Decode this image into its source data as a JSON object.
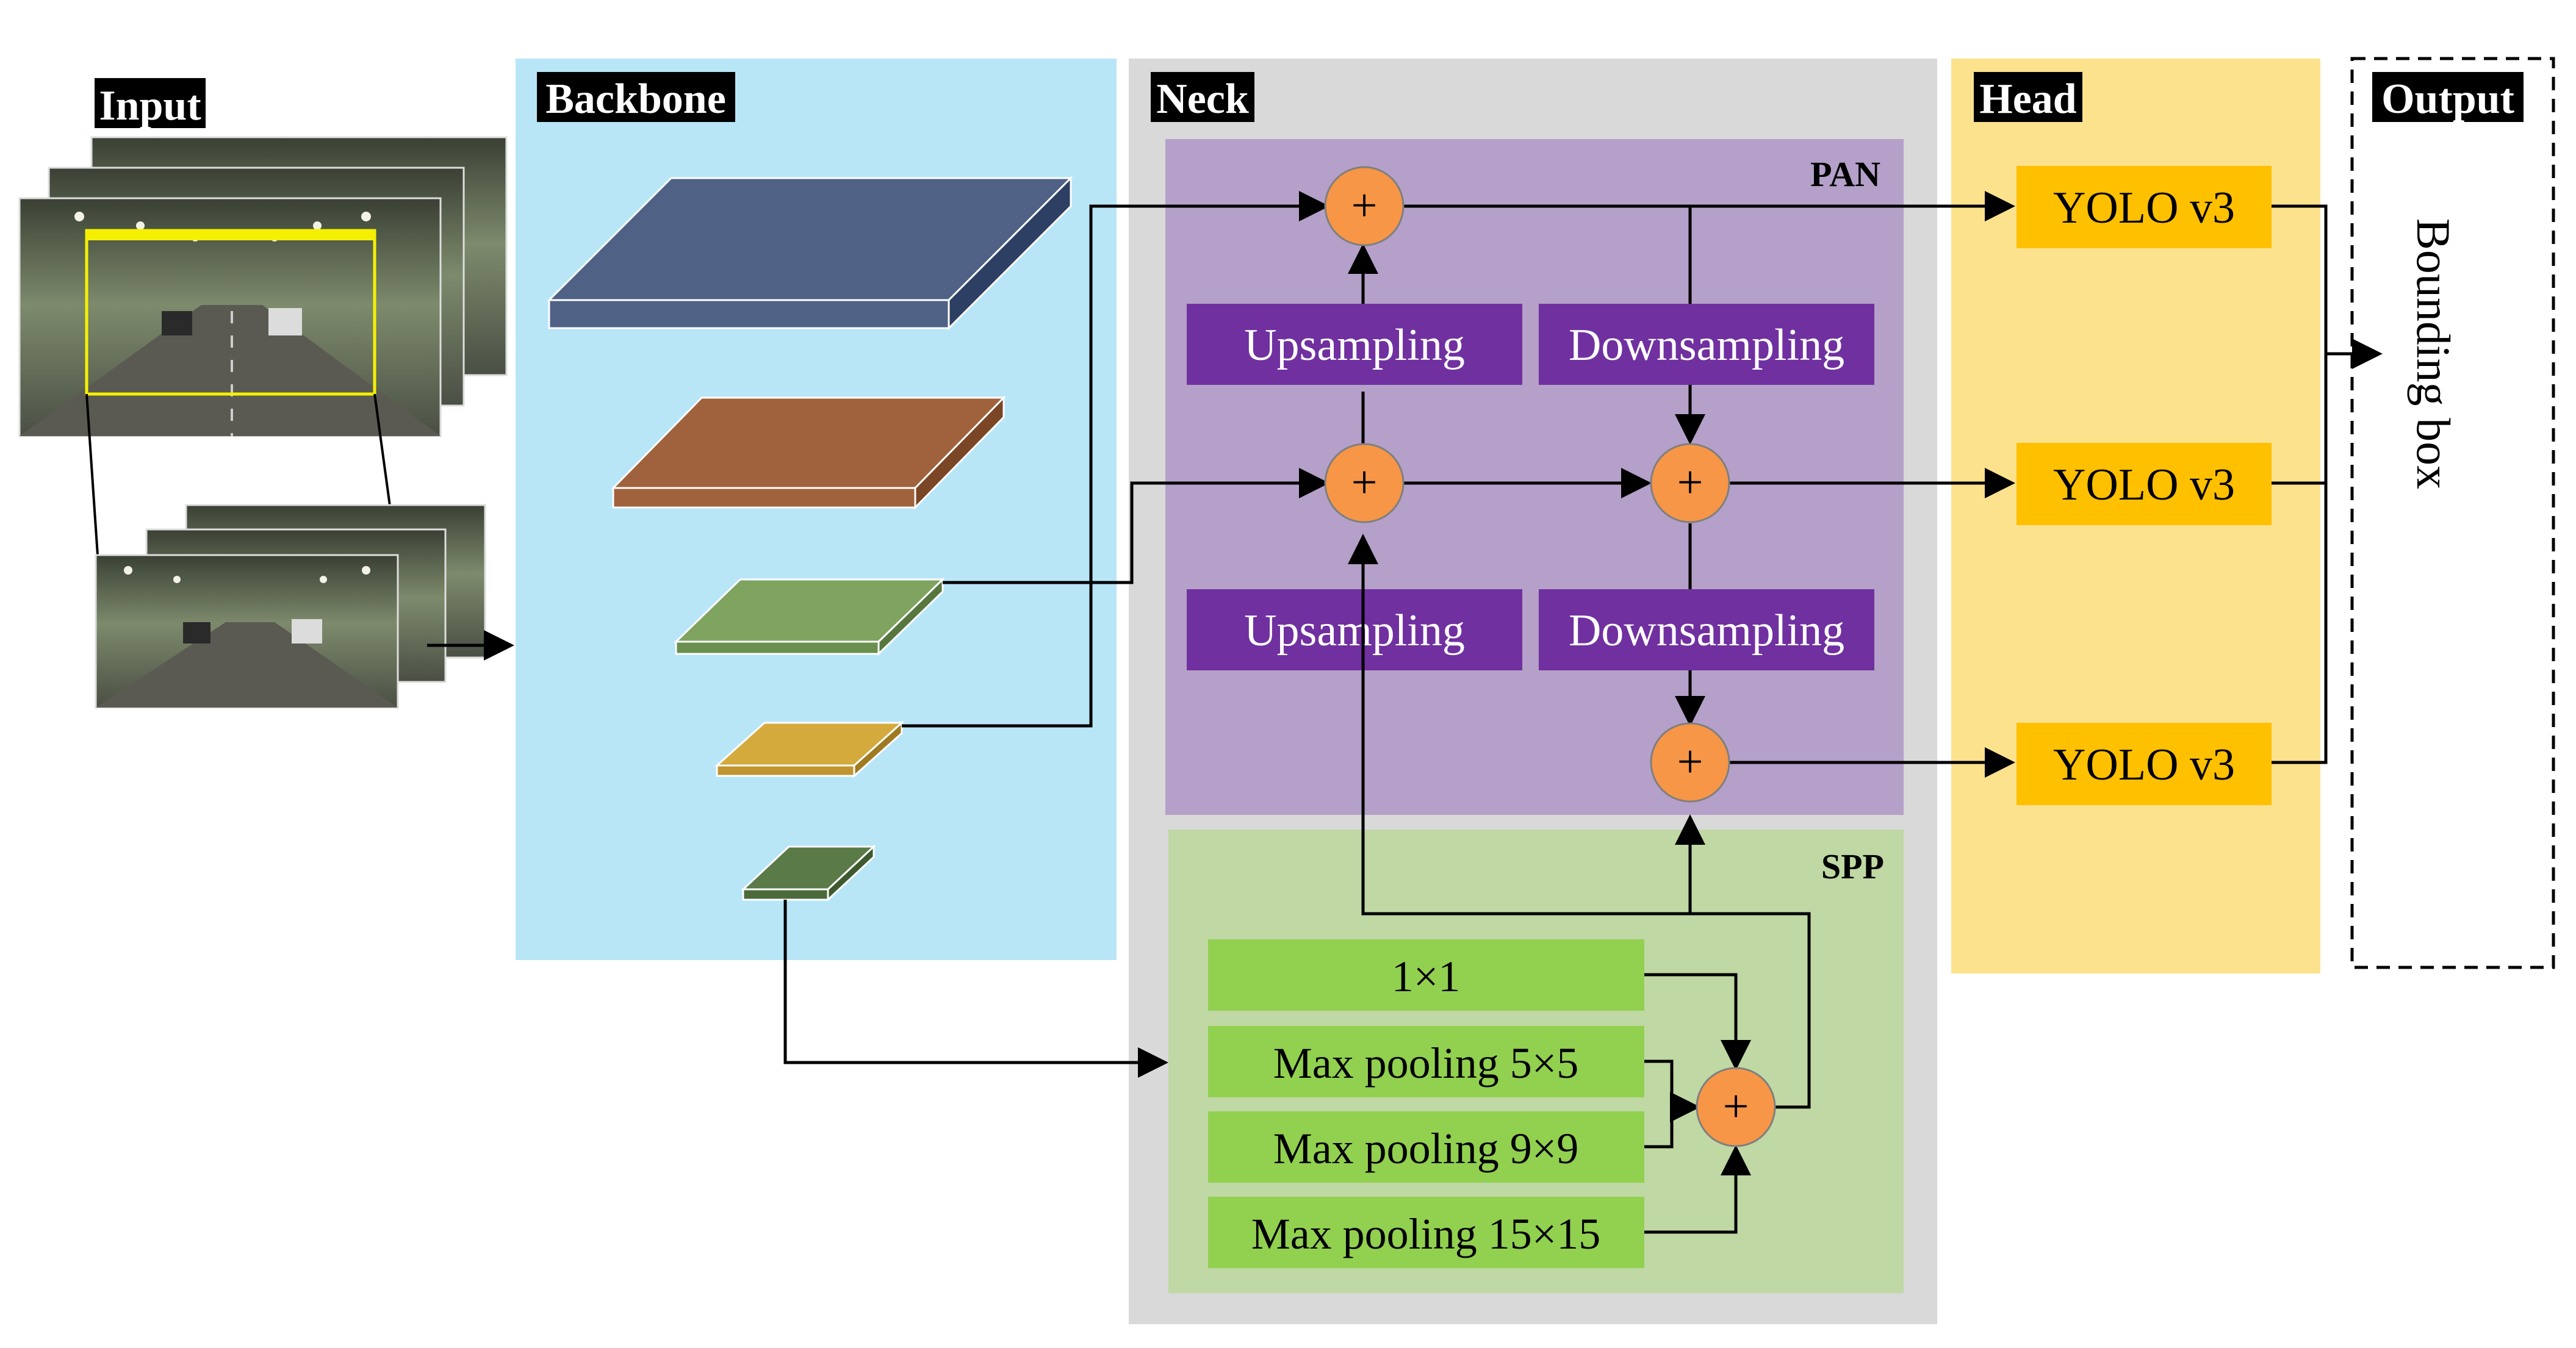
{
  "sections": {
    "input": "Input",
    "backbone": "Backbone",
    "neck": "Neck",
    "head": "Head",
    "output": "Output"
  },
  "neck": {
    "pan_label": "PAN",
    "spp_label": "SPP",
    "upsampling_top": "Upsampling",
    "downsampling_top": "Downsampling",
    "upsampling_bottom": "Upsampling",
    "downsampling_bottom": "Downsampling",
    "plus_symbol": "+"
  },
  "spp": {
    "conv_1x1": "1×1",
    "maxpool_5": "Max pooling 5×5",
    "maxpool_9": "Max pooling 9×9",
    "maxpool_15": "Max pooling 15×15"
  },
  "head": {
    "yolo_top": "YOLO v3",
    "yolo_mid": "YOLO v3",
    "yolo_bottom": "YOLO v3"
  },
  "output": {
    "label": "Bounding box"
  },
  "colors": {
    "backbone_bg": "#b8e6f7",
    "neck_bg": "#d9d9d9",
    "pan_bg": "#b4a0c8",
    "spp_bg": "#c0d8a4",
    "purple_block": "#7030a0",
    "green_block": "#92d050",
    "plus_node": "#f79646",
    "head_bg": "#fde28e",
    "yolo_block": "#ffc000",
    "layer_blue": "#4f6285",
    "layer_brown": "#a0623c",
    "layer_green": "#7ea460",
    "layer_gold": "#d4aa3c",
    "layer_darkgreen": "#5a7a48"
  }
}
